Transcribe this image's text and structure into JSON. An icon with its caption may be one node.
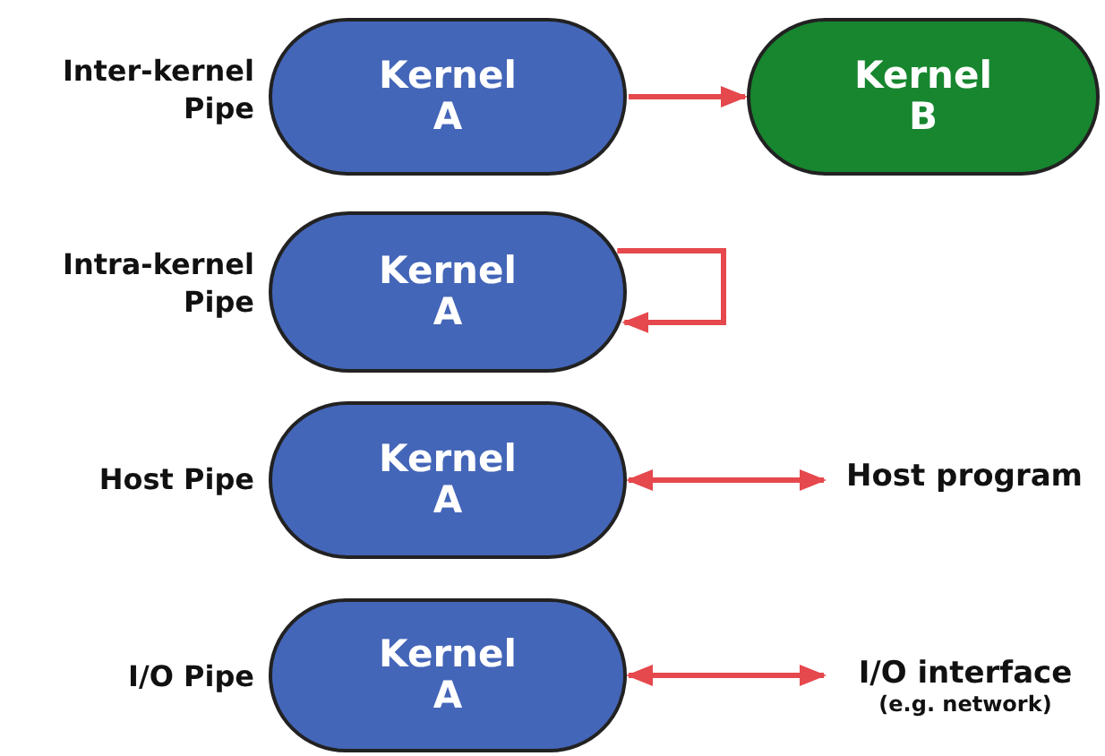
{
  "diagram": {
    "nodes": [
      {
        "text": [
          "Kernel A"
        ],
        "beside": [
          "Inter-kernel Pipe"
        ]
      },
      {
        "text": [
          "Kernel B"
        ]
      },
      {
        "text": [
          "Kernel A"
        ],
        "beside": [
          "Intra-kernel Pipe"
        ]
      },
      {
        "text": [
          "Kernel A"
        ],
        "beside": [
          "Host Pipe"
        ]
      },
      {
        "text": [
          "Host program"
        ]
      },
      {
        "text": [
          "Kernel A"
        ],
        "beside": [
          "I/O Pipe"
        ]
      },
      {
        "text": [
          "I/O interface",
          "(e.g. network)"
        ]
      }
    ],
    "edges": [
      {
        "from": 0,
        "to": 1,
        "arrow": "to"
      },
      {
        "from": 2,
        "to": 2,
        "arrow": "to"
      },
      {
        "from": 3,
        "to": 4,
        "arrow": "both"
      },
      {
        "from": 5,
        "to": 6,
        "arrow": "both"
      }
    ]
  }
}
